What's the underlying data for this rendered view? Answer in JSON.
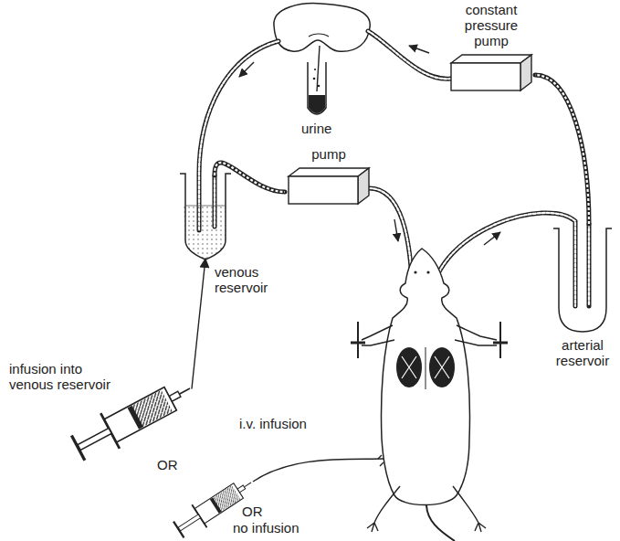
{
  "diagram": {
    "nodes": [
      {
        "text": [
          "constant pressure pump"
        ]
      },
      {
        "text": [
          "venous reservoir"
        ]
      },
      {
        "text": [
          "pump"
        ]
      },
      {
        "text": [
          "arterial reservoir"
        ]
      },
      {
        "text": [
          "infusion into venous reservoir"
        ]
      }
    ],
    "edges": [
      {
        "from": 1,
        "to": 2,
        "arrow": "none"
      },
      {
        "from": 3,
        "to": 0,
        "arrow": "none"
      },
      {
        "from": 4,
        "to": 1,
        "arrow": "to"
      }
    ],
    "labels": [
      "urine",
      "i.v. infusion",
      "OR",
      "OR",
      "no infusion"
    ]
  }
}
